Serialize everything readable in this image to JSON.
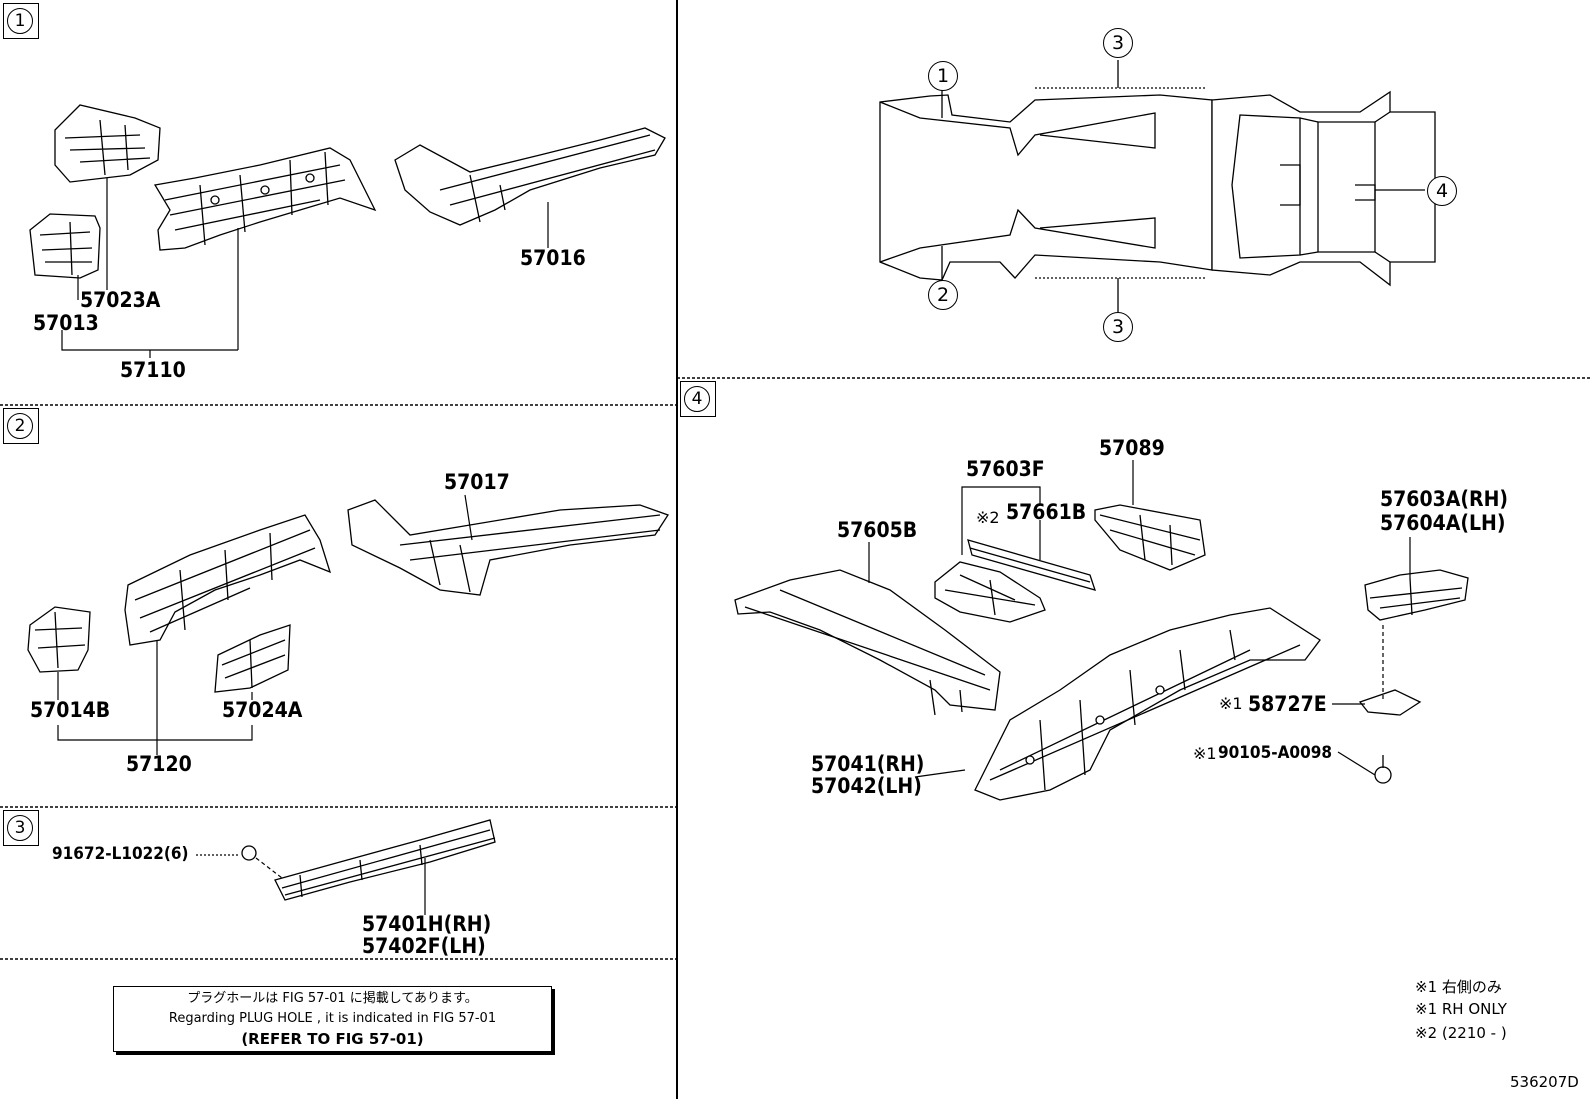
{
  "sections": {
    "s1": "1",
    "s2": "2",
    "s3": "3",
    "s4": "4"
  },
  "overview": {
    "callout_1": "1",
    "callout_2": "2",
    "callout_3_top": "3",
    "callout_3_bottom": "3",
    "callout_4": "4"
  },
  "parts": {
    "p57023A": "57023A",
    "p57013": "57013",
    "p57110": "57110",
    "p57016": "57016",
    "p57017": "57017",
    "p57014B": "57014B",
    "p57024A": "57024A",
    "p57120": "57120",
    "p91672": "91672-L1022(6)",
    "p57401H": "57401H(RH)",
    "p57402F": "57402F(LH)",
    "p57603F": "57603F",
    "p57661B": "57661B",
    "p57661B_mark": "※2",
    "p57089": "57089",
    "p57605B": "57605B",
    "p57603A": "57603A(RH)",
    "p57604A": "57604A(LH)",
    "p58727E": "58727E",
    "p58727E_mark": "※1",
    "p90105": "90105-A0098",
    "p90105_mark": "※1",
    "p57041": "57041(RH)",
    "p57042": "57042(LH)"
  },
  "note_box": {
    "line1": "プラグホールは FIG  57-01 に掲載してあります。",
    "line2": "Regarding  PLUG  HOLE , it is indicated in  FIG  57-01",
    "line3": "(REFER  TO  FIG  57-01)"
  },
  "footnotes": {
    "f1": "※1 右側のみ",
    "f2": "※1 RH ONLY",
    "f3": "※2 (2210 -       )"
  },
  "figure_id": "536207D"
}
